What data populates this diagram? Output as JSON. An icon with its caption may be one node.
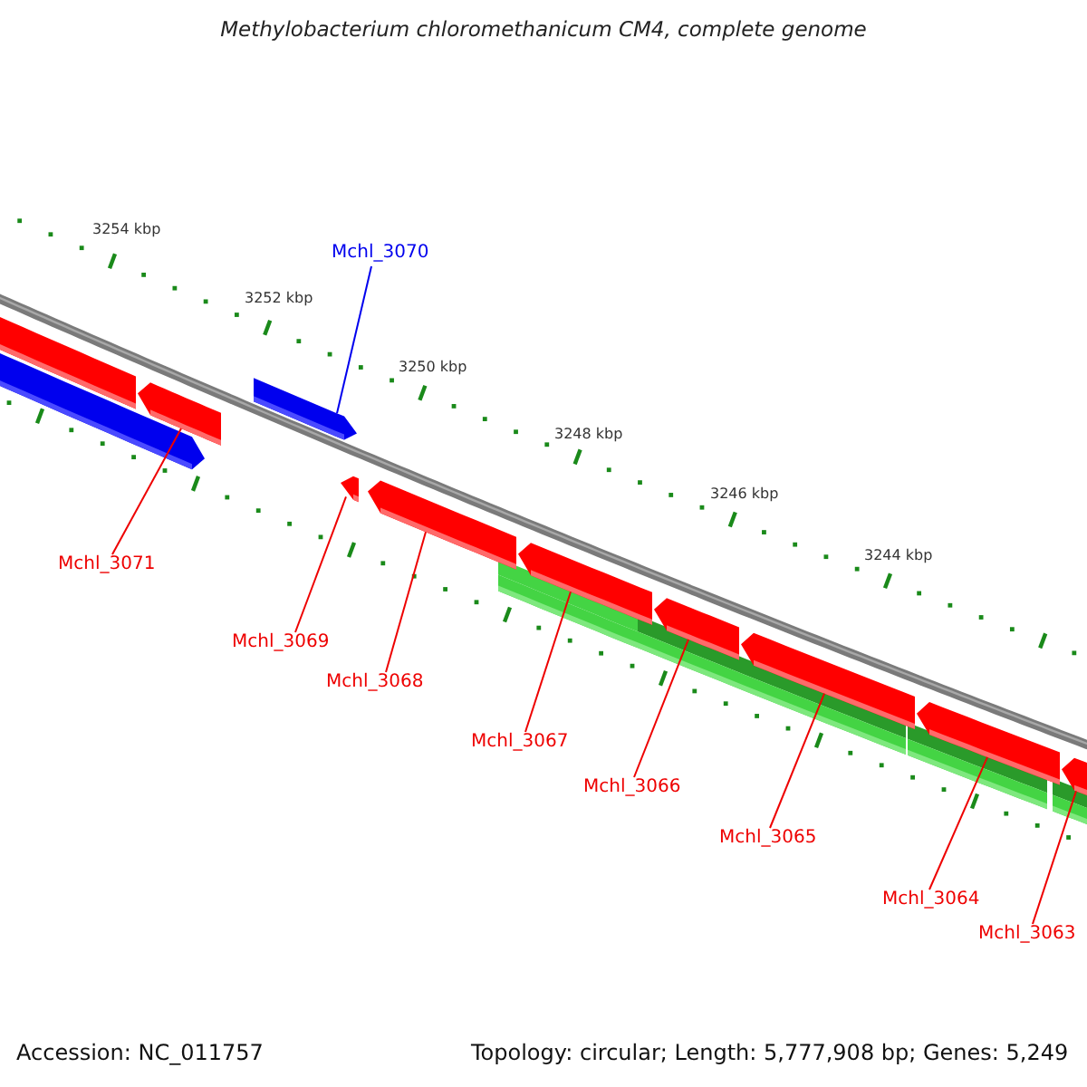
{
  "diagram": {
    "title": "Methylobacterium chloromethanicum CM4, complete genome",
    "nodes": [
      {
        "text": [
          "Mchl_3070"
        ]
      },
      {
        "text": [
          "Mchl_3071"
        ]
      },
      {
        "text": [
          "Mchl_3069"
        ]
      },
      {
        "text": [
          "Mchl_3068"
        ]
      },
      {
        "text": [
          "Mchl_3067"
        ]
      },
      {
        "text": [
          "Mchl_3066"
        ]
      },
      {
        "text": [
          "Mchl_3065"
        ]
      },
      {
        "text": [
          "Mchl_3064"
        ]
      },
      {
        "text": [
          "Mchl_3063"
        ]
      },
      {
        "text": [],
        "shape": "arrow"
      },
      {
        "text": [],
        "shape": "arrow"
      },
      {
        "text": [],
        "shape": "arrow"
      },
      {
        "text": [],
        "shape": "arrow"
      },
      {
        "text": [],
        "shape": "arrow"
      },
      {
        "text": [],
        "shape": "arrow"
      },
      {
        "text": [],
        "shape": "arrow"
      },
      {
        "text": [],
        "shape": "arrow"
      },
      {
        "text": [],
        "shape": "arrow"
      },
      {
        "text": [],
        "shape": "arrow"
      },
      {
        "text": [],
        "shape": "arrow"
      }
    ],
    "edges": [
      {
        "from": 0,
        "to": 12,
        "arrow": "none",
        "color": "#0000ee"
      },
      {
        "from": 1,
        "to": 11,
        "arrow": "none"
      },
      {
        "from": 2,
        "to": 13,
        "arrow": "none"
      },
      {
        "from": 3,
        "to": 14,
        "arrow": "none"
      },
      {
        "from": 4,
        "to": 15,
        "arrow": "none"
      },
      {
        "from": 5,
        "to": 16,
        "arrow": "none"
      },
      {
        "from": 6,
        "to": 17,
        "arrow": "none"
      },
      {
        "from": 7,
        "to": 18,
        "arrow": "none"
      },
      {
        "from": 8,
        "to": 19,
        "arrow": "none"
      }
    ],
    "labels": [
      "3254 kbp",
      "3252 kbp",
      "3250 kbp",
      "3248 kbp",
      "3246 kbp",
      "3244 kbp",
      "Accession: NC_011757",
      "Topology: circular; Length: 5,777,908 bp; Genes: 5,249"
    ]
  }
}
